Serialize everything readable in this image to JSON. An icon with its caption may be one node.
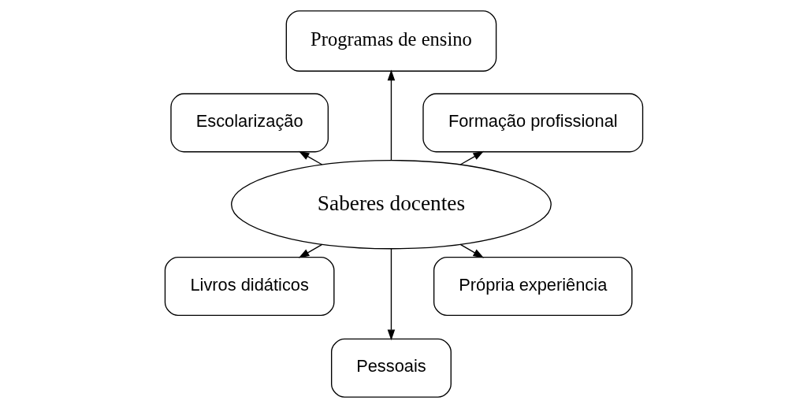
{
  "diagram": {
    "nodes": [
      {
        "text": [
          "Saberes docentes"
        ]
      },
      {
        "text": [
          "Formação profissional"
        ]
      },
      {
        "text": [
          "Programas de ensino"
        ]
      },
      {
        "text": [
          "Escolarização"
        ]
      },
      {
        "text": [
          "Livros didáticos"
        ]
      },
      {
        "text": [
          "Pessoais"
        ]
      },
      {
        "text": [
          "Própria experiência"
        ]
      }
    ],
    "edges": [
      {
        "from": 0,
        "to": 1,
        "arrow": "to"
      },
      {
        "from": 0,
        "to": 2,
        "arrow": "to"
      },
      {
        "from": 0,
        "to": 3,
        "arrow": "to"
      },
      {
        "from": 0,
        "to": 4,
        "arrow": "to"
      },
      {
        "from": 0,
        "to": 5,
        "arrow": "to"
      },
      {
        "from": 0,
        "to": 6,
        "arrow": "to"
      }
    ]
  }
}
